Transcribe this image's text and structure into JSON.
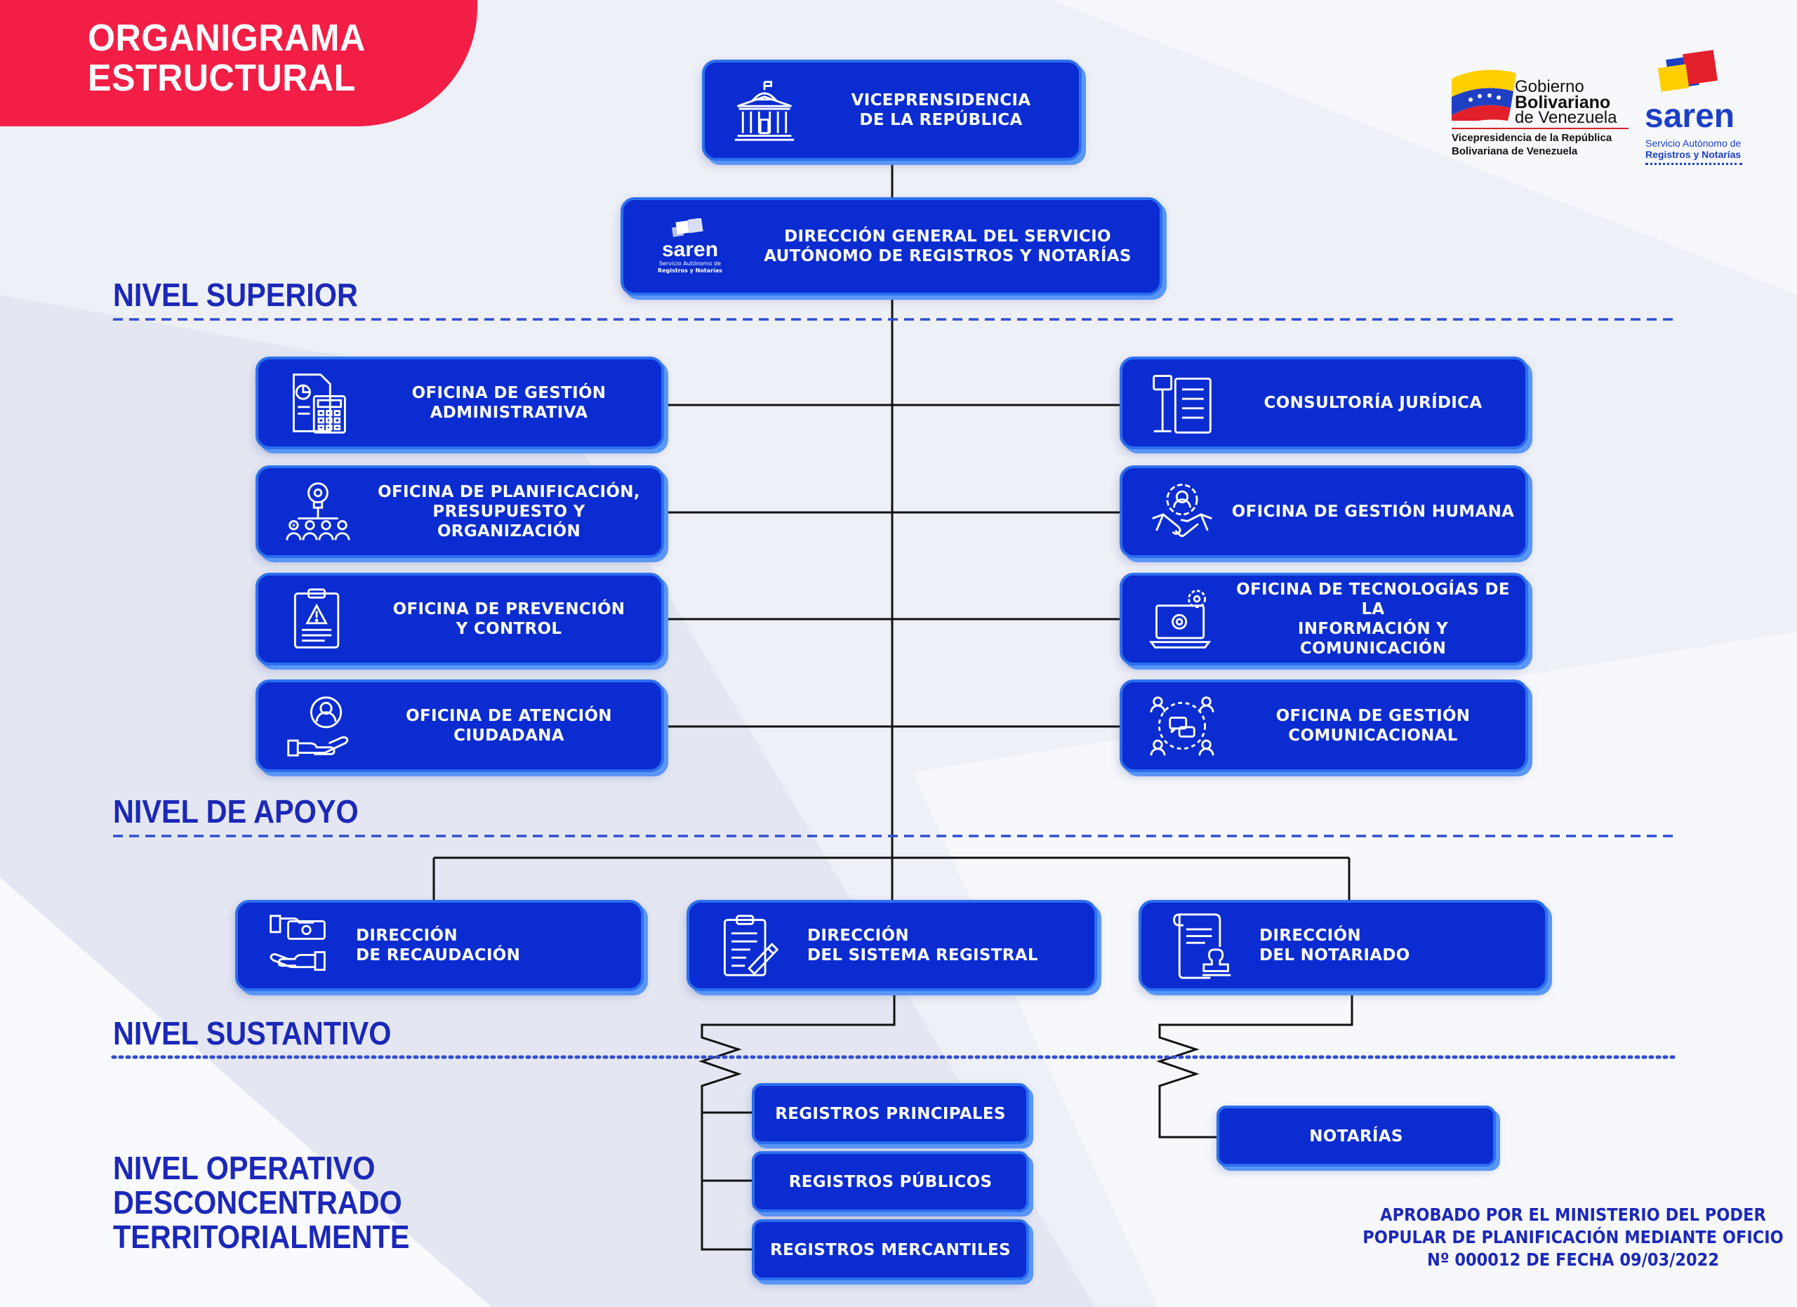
{
  "header": {
    "title": "ORGANIGRAMA\nESTRUCTURAL"
  },
  "logos": {
    "gov_line1": "Gobierno",
    "gov_line2": "Bolivariano",
    "gov_line3": "de Venezuela",
    "gov_sub1": "Vicepresidencia de la República",
    "gov_sub2": "Bolivariana de Venezuela",
    "saren_name": "saren",
    "saren_sub1": "Servicio Autónomo de",
    "saren_sub2": "Registros y Notarías"
  },
  "levels": {
    "superior": "NIVEL SUPERIOR",
    "apoyo": "NIVEL DE APOYO",
    "sustantivo": "NIVEL SUSTANTIVO",
    "operativo": "NIVEL OPERATIVO\nDESCONCENTRADO\nTERRITORIALMENTE"
  },
  "nodes": {
    "vicepresidencia": "VICEPRENSIDENCIA\nDE LA REPÚBLICA",
    "direccion_general": "DIRECCIÓN GENERAL DEL SERVICIO\nAUTÓNOMO DE REGISTROS Y NOTARÍAS",
    "direccion_general_logo": {
      "name": "saren",
      "sub1": "Servicio Autónomo de",
      "sub2": "Registros y Notarías"
    },
    "gestion_administrativa": "OFICINA DE GESTIÓN\nADMINISTRATIVA",
    "planificacion": "OFICINA DE PLANIFICACIÓN,\nPRESUPUESTO Y ORGANIZACIÓN",
    "prevencion": "OFICINA DE PREVENCIÓN\nY CONTROL",
    "atencion": "OFICINA DE ATENCIÓN\nCIUDADANA",
    "consultoria": "CONSULTORÍA JURÍDICA",
    "gestion_humana": "OFICINA DE GESTIÓN HUMANA",
    "tecnologias": "OFICINA DE TECNOLOGÍAS DE LA\nINFORMACIÓN Y COMUNICACIÓN",
    "comunicacional": "OFICINA DE GESTIÓN\nCOMUNICACIONAL",
    "recaudacion": "DIRECCIÓN\nDE RECAUDACIÓN",
    "sistema_registral": "DIRECCIÓN\nDEL SISTEMA REGISTRAL",
    "notariado": "DIRECCIÓN\nDEL NOTARIADO",
    "registros_principales": "REGISTROS PRINCIPALES",
    "registros_publicos": "REGISTROS PÚBLICOS",
    "registros_mercantiles": "REGISTROS MERCANTILES",
    "notarias": "NOTARÍAS"
  },
  "approval": "APROBADO POR EL MINISTERIO DEL PODER\nPOPULAR DE PLANIFICACIÓN MEDIANTE OFICIO\nNº 000012 DE FECHA 09/03/2022",
  "colors": {
    "primary": "#0a2cd0",
    "accent": "#f21e45",
    "heading": "#1b28b8",
    "shadow": "#5a96f6"
  }
}
